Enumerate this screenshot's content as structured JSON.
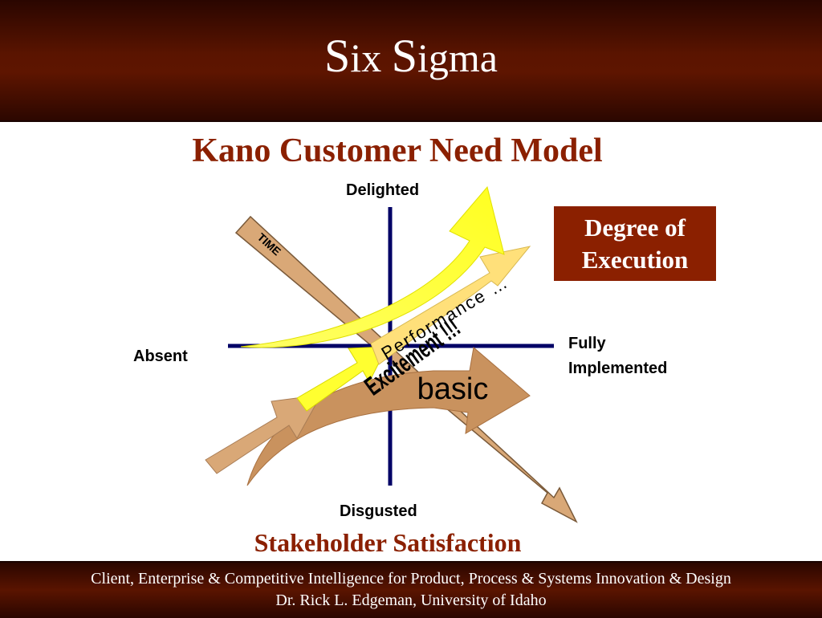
{
  "header": {
    "title_cap1": "S",
    "title_rest1": "ix ",
    "title_cap2": "S",
    "title_rest2": "igma"
  },
  "subtitle": "Kano Customer Need Model",
  "diagram": {
    "axis_top": "Delighted",
    "axis_bottom": "Disgusted",
    "axis_left": "Absent",
    "axis_right_line1": "Fully",
    "axis_right_line2": "Implemented",
    "x_axis_title_line1": "Degree of",
    "x_axis_title_line2": "Execution",
    "y_axis_title": "Stakeholder Satisfaction",
    "arrow_time": "TIME",
    "arrow_excitement": "Excitement !!!",
    "arrow_performance": "Performance …",
    "arrow_basic": "basic",
    "colors": {
      "axis": "#000066",
      "accent": "#8b2000",
      "tan": "#d9a877",
      "yellow": "#ffff40",
      "light_yellow": "#ffe07a"
    }
  },
  "footer": {
    "line1": "Client, Enterprise & Competitive Intelligence for Product, Process & Systems Innovation & Design",
    "line2": "Dr. Rick L. Edgeman, University of Idaho"
  }
}
